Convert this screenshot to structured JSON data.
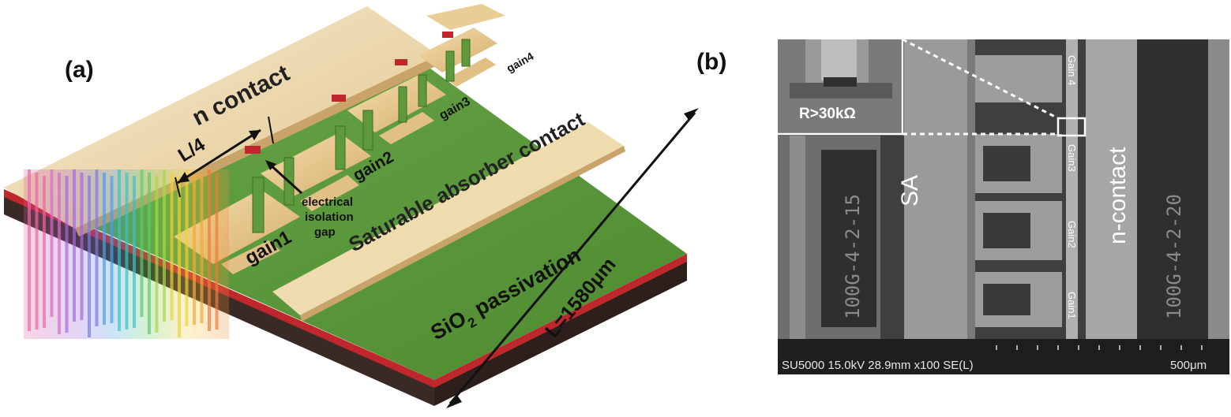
{
  "panel_a": {
    "label": "(a)",
    "n_contact": "n contact",
    "quarter_length": "L/4",
    "saturable_absorber": "Saturable absorber contact",
    "passivation_main": "SiO",
    "passivation_sub": "2",
    "passivation_rest": " passivation",
    "isolation_line1": "electrical",
    "isolation_line2": "isolation",
    "isolation_line3": "gap",
    "gains": [
      "gain1",
      "gain2",
      "gain3",
      "gain4"
    ],
    "total_length": "L=1580μm"
  },
  "panel_b": {
    "label": "(b)",
    "inset_resistance": "R>30kΩ",
    "sa": "SA",
    "n_contact": "n-contact",
    "gain_labels": [
      "Gain 4",
      "Gain3",
      "Gain2",
      "Gain1"
    ],
    "chip_code_left": "100G-4-2-15",
    "chip_code_right": "100G-4-2-20",
    "sem_info": "SU5000 15.0kV 28.9mm x100 SE(L)",
    "scale_bar": "500μm"
  },
  "colors": {
    "green": "#5f9c3c",
    "gold": "#e6c98e",
    "red": "#c0272d",
    "base": "#3a2a25"
  }
}
